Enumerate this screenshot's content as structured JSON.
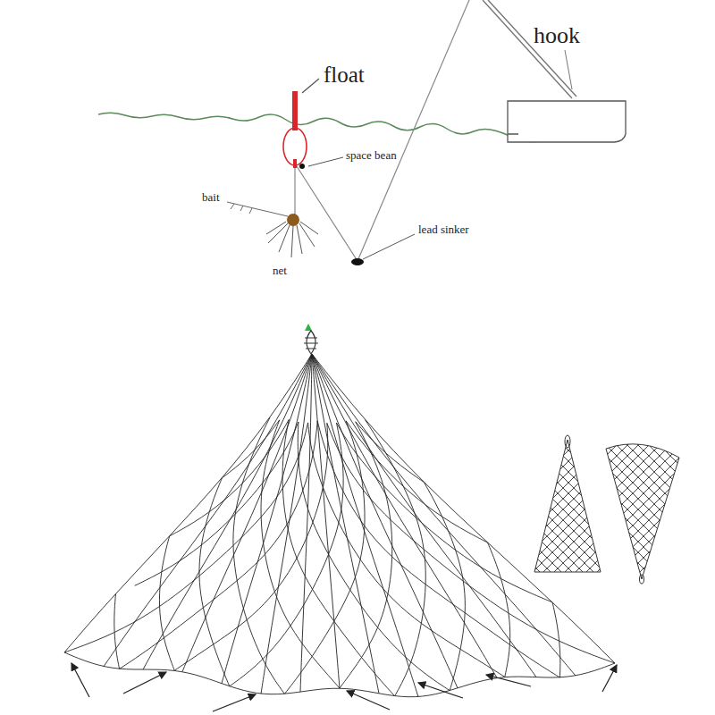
{
  "diagram": {
    "labels": [
      "hook",
      "float",
      "space bean",
      "bait",
      "lead sinker",
      "net"
    ]
  }
}
